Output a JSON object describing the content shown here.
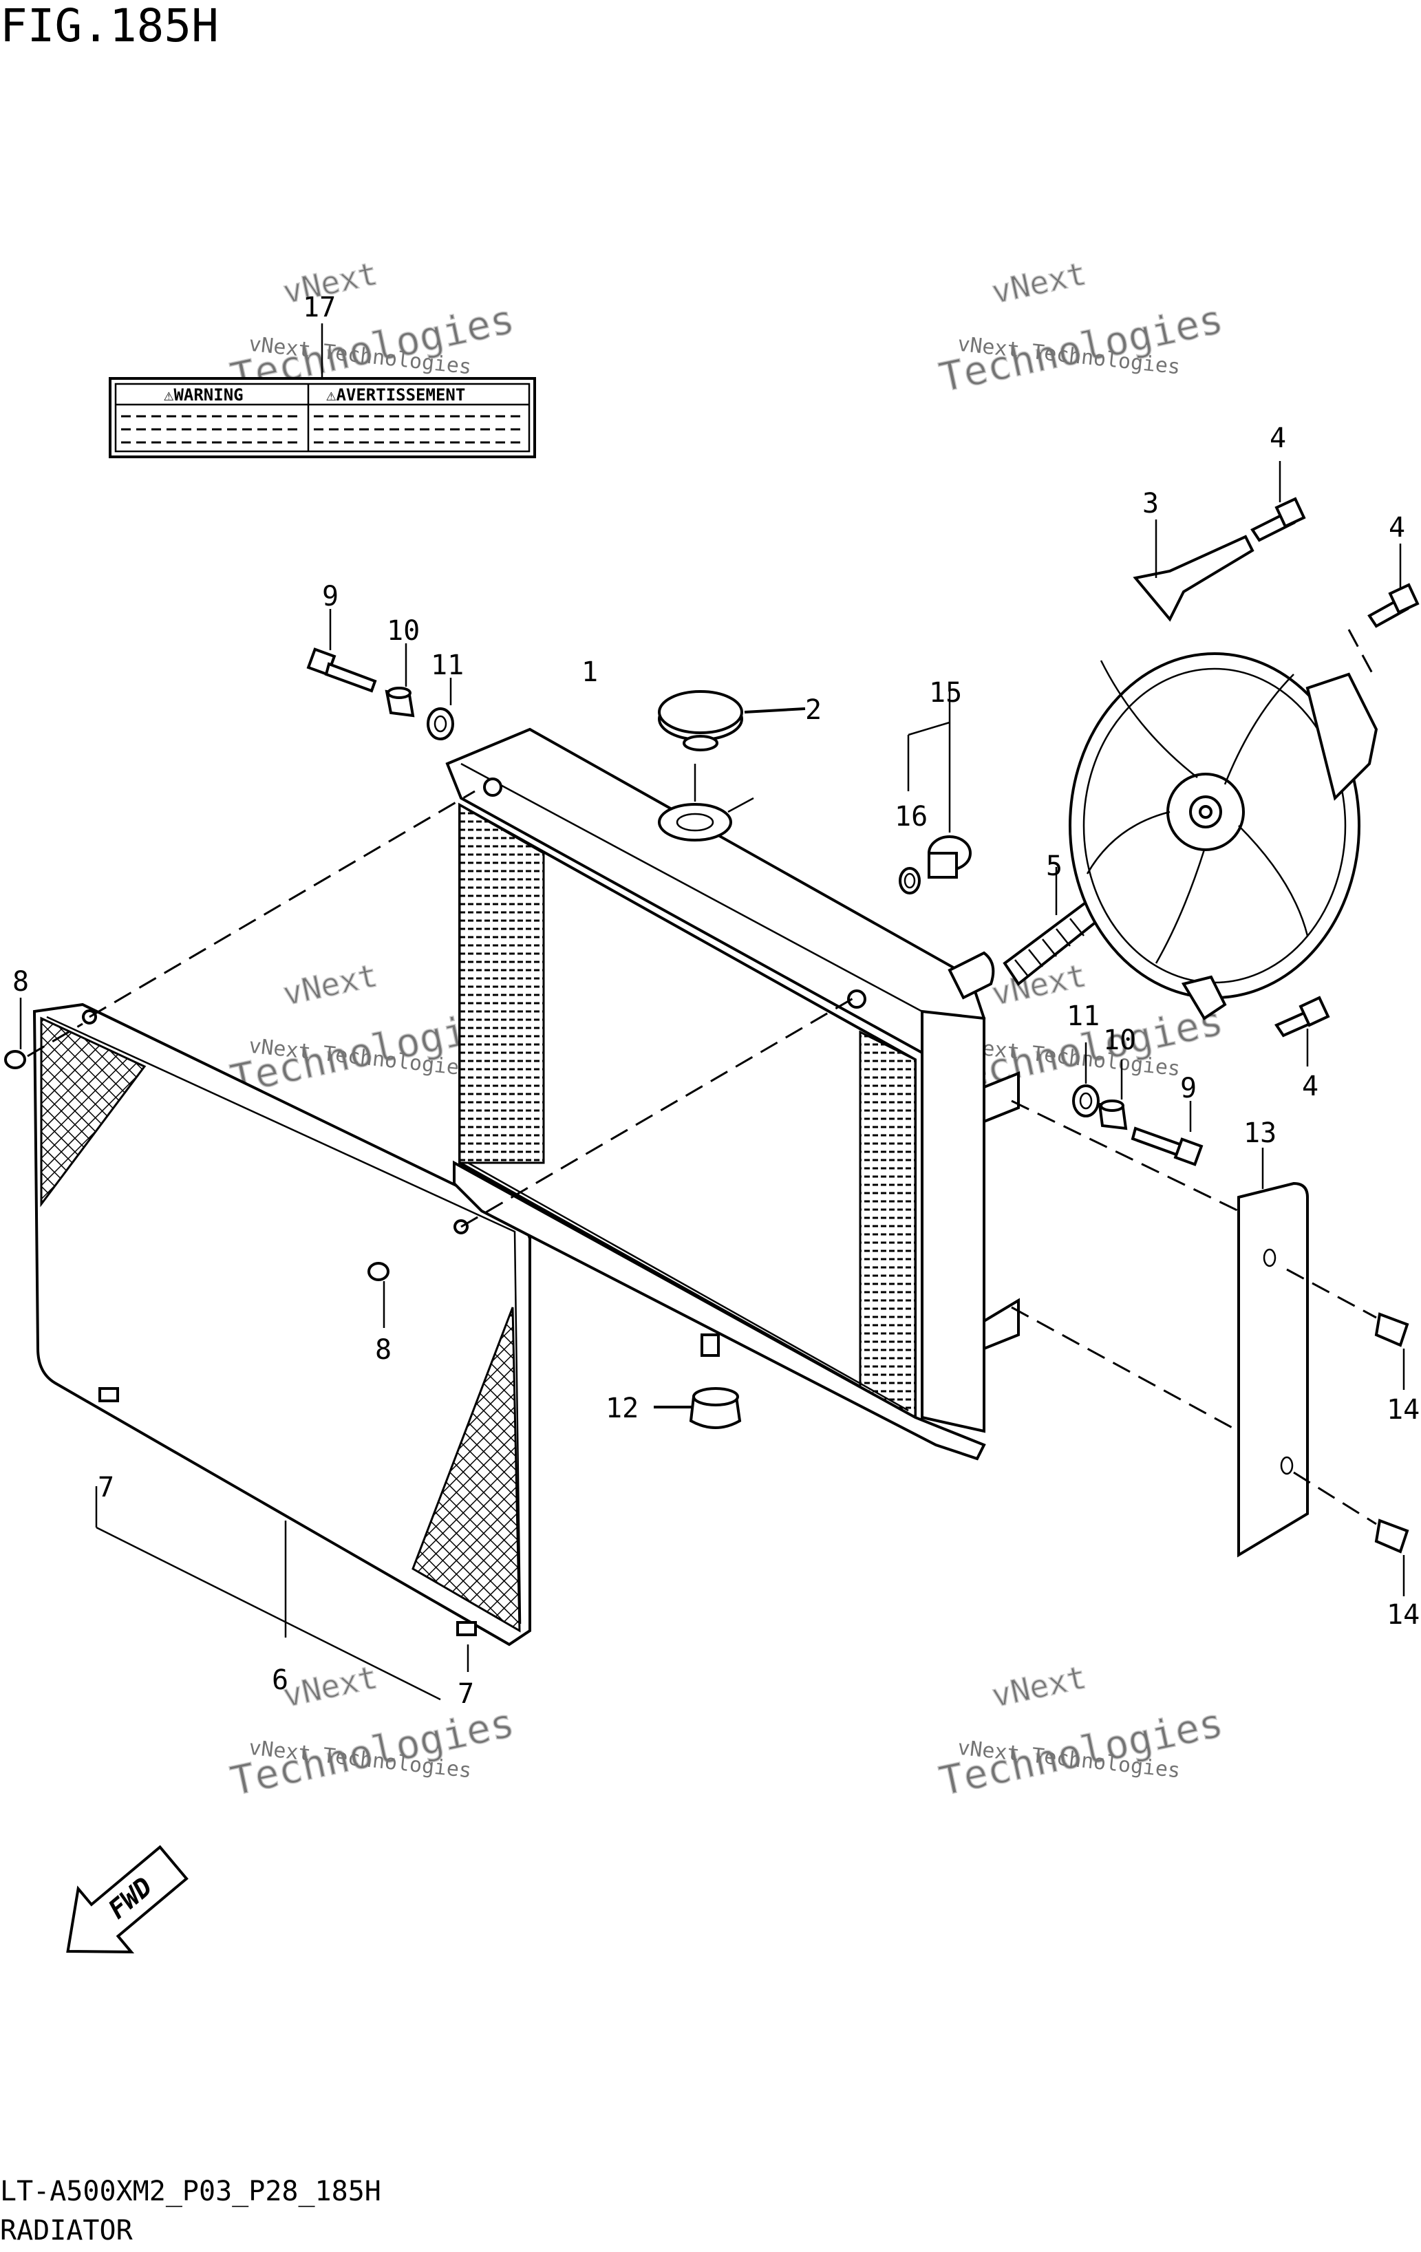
{
  "figure_title": "FIG.185H",
  "footer": {
    "code": "LT-A500XM2_P03_P28_185H",
    "name": "RADIATOR"
  },
  "warning_label": {
    "left_heading": "⚠WARNING",
    "right_heading": "⚠AVERTISSEMENT"
  },
  "fwd_label": "FWD",
  "watermark": {
    "line1": "vNext Technologies",
    "line2": "vNext",
    "line3": "Technologies"
  },
  "callouts": {
    "c1": "1",
    "c2": "2",
    "c3": "3",
    "c4a": "4",
    "c4b": "4",
    "c4c": "4",
    "c5": "5",
    "c6": "6",
    "c7a": "7",
    "c7b": "7",
    "c8a": "8",
    "c8b": "8",
    "c9a": "9",
    "c9b": "9",
    "c10a": "10",
    "c10b": "10",
    "c11a": "11",
    "c11b": "11",
    "c12": "12",
    "c13": "13",
    "c14a": "14",
    "c14b": "14",
    "c15": "15",
    "c16": "16",
    "c17": "17"
  }
}
